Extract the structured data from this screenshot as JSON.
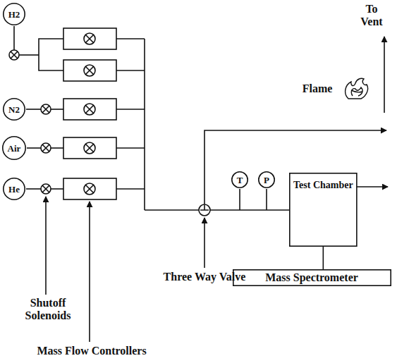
{
  "diagram": {
    "nodes": [
      {
        "text": [
          "H2"
        ]
      },
      {
        "text": [
          "N2"
        ]
      },
      {
        "text": [
          "Air"
        ]
      },
      {
        "text": [
          "He"
        ]
      },
      {
        "text": [
          "T"
        ]
      },
      {
        "text": [
          "P"
        ]
      },
      {
        "text": [
          "Test Chamber"
        ]
      },
      {
        "text": [
          "Mass Spectrometer"
        ]
      }
    ],
    "edges": [
      {
        "from": 6,
        "to": 7,
        "arrow": "none"
      }
    ],
    "labels": [
      "To Vent",
      "Flame",
      "Three Way Valve",
      "Shutoff Solenoids",
      "Mass Flow Controllers"
    ]
  }
}
